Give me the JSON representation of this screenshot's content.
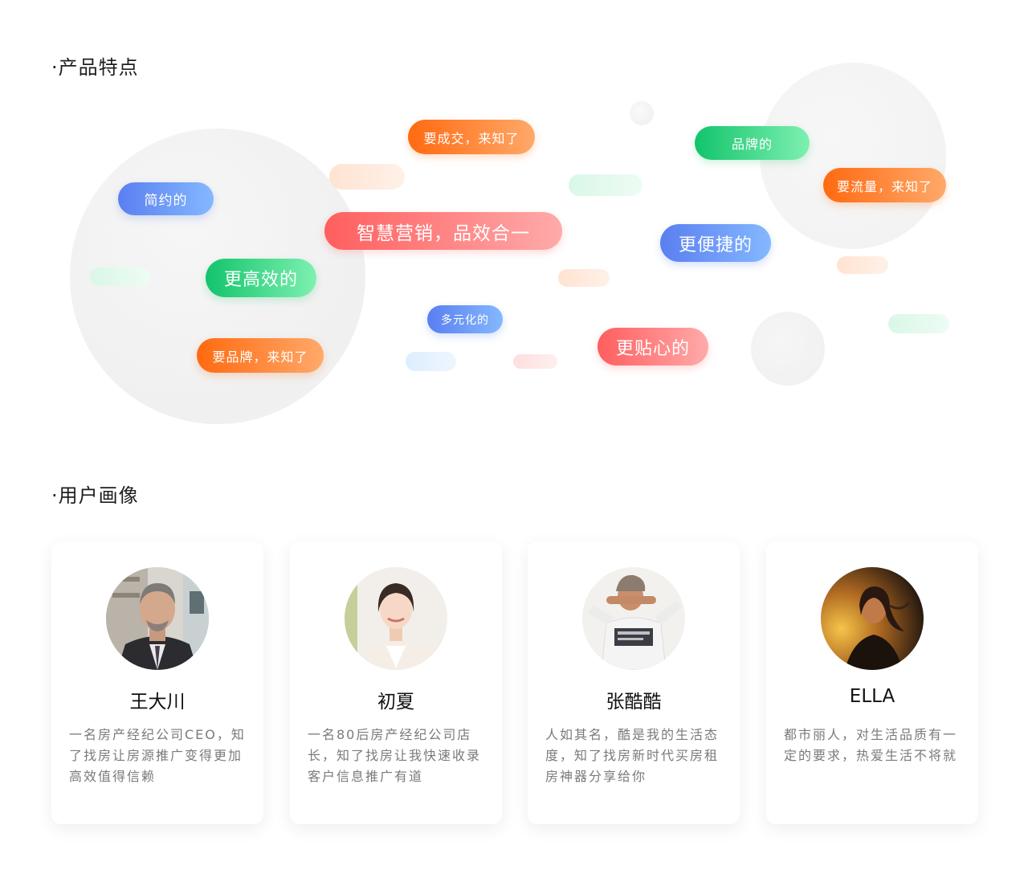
{
  "features": {
    "title": "·产品特点",
    "pills": [
      {
        "id": "pill-concise",
        "label": "简约的",
        "color": "blue"
      },
      {
        "id": "pill-deal",
        "label": "要成交，来知了",
        "color": "orange"
      },
      {
        "id": "pill-brand",
        "label": "品牌的",
        "color": "green"
      },
      {
        "id": "pill-traffic",
        "label": "要流量，来知了",
        "color": "orange"
      },
      {
        "id": "pill-smart",
        "label": "智慧营销，品效合一",
        "color": "red"
      },
      {
        "id": "pill-convenient",
        "label": "更便捷的",
        "color": "blue"
      },
      {
        "id": "pill-efficient",
        "label": "更高效的",
        "color": "green"
      },
      {
        "id": "pill-diverse",
        "label": "多元化的",
        "color": "blue"
      },
      {
        "id": "pill-brand-zhile",
        "label": "要品牌，来知了",
        "color": "orange"
      },
      {
        "id": "pill-caring",
        "label": "更贴心的",
        "color": "red"
      }
    ]
  },
  "personas": {
    "title": "·用户画像",
    "cards": [
      {
        "name": "王大川",
        "description": "一名房产经纪公司CEO，知了找房让房源推广变得更加高效值得信赖",
        "avatar": "male-executive-avatar"
      },
      {
        "name": "初夏",
        "description": "一名80后房产经纪公司店长，知了找房让我快速收录客户信息推广有道",
        "avatar": "female-manager-avatar"
      },
      {
        "name": "张酷酷",
        "description": "人如其名，酷是我的生活态度，知了找房新时代买房租房神器分享给你",
        "avatar": "young-man-avatar"
      },
      {
        "name": "ELLA",
        "description": "都市丽人，对生活品质有一定的要求，热爱生活不将就",
        "avatar": "urban-woman-avatar"
      }
    ]
  },
  "colors": {
    "orange": "#ff6a10",
    "blue": "#5a7ff0",
    "green": "#12c46c",
    "red": "#ff5e5e"
  }
}
